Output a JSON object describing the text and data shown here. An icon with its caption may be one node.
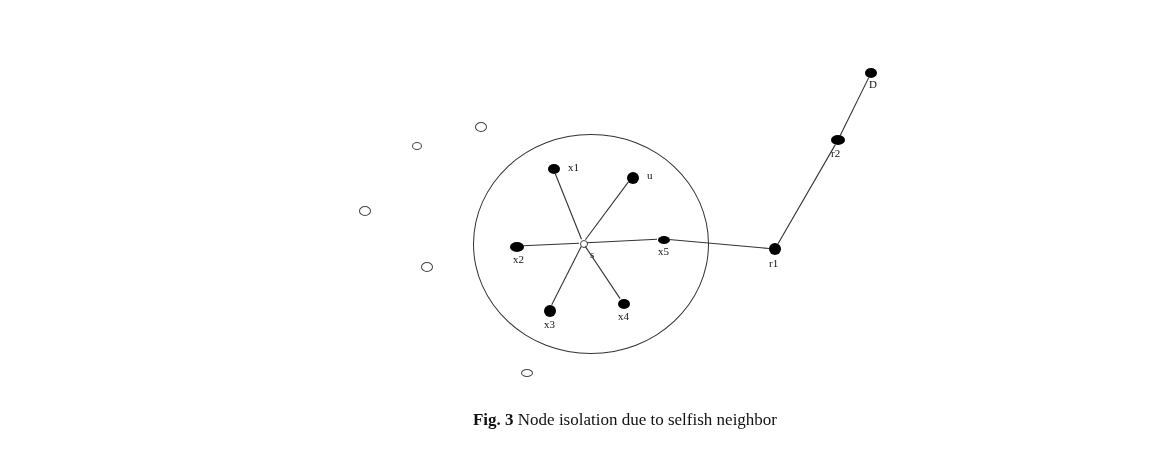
{
  "diagram": {
    "caption": "**Fig. 3** Node isolation due to selfish neighbor",
    "nodes": [
      {
        "text": [],
        "shape": "circle"
      },
      {
        "text": [],
        "shape": "circle"
      },
      {
        "text": [],
        "shape": "circle"
      },
      {
        "text": [],
        "shape": "circle"
      },
      {
        "text": [],
        "shape": "circle"
      },
      {
        "text": [],
        "shape": "circle"
      },
      {
        "text": [
          "x1"
        ],
        "in": 5
      },
      {
        "text": [
          "u"
        ],
        "in": 5
      },
      {
        "text": [
          "x2"
        ],
        "in": 5
      },
      {
        "text": [
          "s"
        ],
        "in": 5
      },
      {
        "text": [
          "x5"
        ],
        "in": 5
      },
      {
        "text": [
          "x3"
        ],
        "in": 5
      },
      {
        "text": [
          "x4"
        ],
        "in": 5
      },
      {
        "text": [
          "r1"
        ]
      },
      {
        "text": [
          "r2"
        ]
      },
      {
        "text": [
          "D"
        ]
      }
    ],
    "edges": [
      {
        "from": 9,
        "to": 6,
        "arrow": "none"
      },
      {
        "from": 9,
        "to": 7,
        "arrow": "none"
      },
      {
        "from": 9,
        "to": 8,
        "arrow": "none"
      },
      {
        "from": 9,
        "to": 10,
        "arrow": "none"
      },
      {
        "from": 9,
        "to": 11,
        "arrow": "none"
      },
      {
        "from": 9,
        "to": 12,
        "arrow": "none"
      },
      {
        "from": 10,
        "to": 13,
        "arrow": "none"
      },
      {
        "from": 13,
        "to": 14,
        "arrow": "none"
      },
      {
        "from": 14,
        "to": 15,
        "arrow": "none"
      }
    ]
  }
}
